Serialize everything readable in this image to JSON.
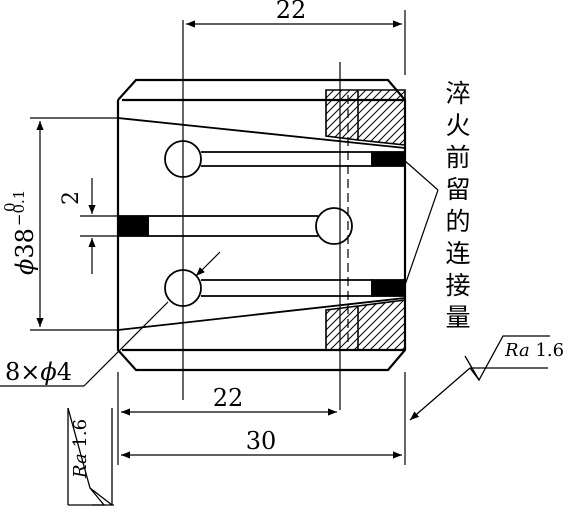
{
  "dimensions": {
    "top_width": "22",
    "bottom_inner_width": "22",
    "overall_length": "30",
    "slot_width": "2",
    "diameter_symbol": "ϕ",
    "diameter_value": "38",
    "tol_upper": "0",
    "tol_lower": "−0.1",
    "holes_count": "8×",
    "holes_diameter": "4"
  },
  "notes": {
    "heat_treat_chars": [
      "淬",
      "火",
      "前",
      "留",
      "的",
      "连",
      "接",
      "量"
    ]
  },
  "roughness": {
    "right": {
      "symbol": "Ra",
      "value": "1.6"
    },
    "left": {
      "symbol": "Ra",
      "value": "1.6"
    }
  }
}
